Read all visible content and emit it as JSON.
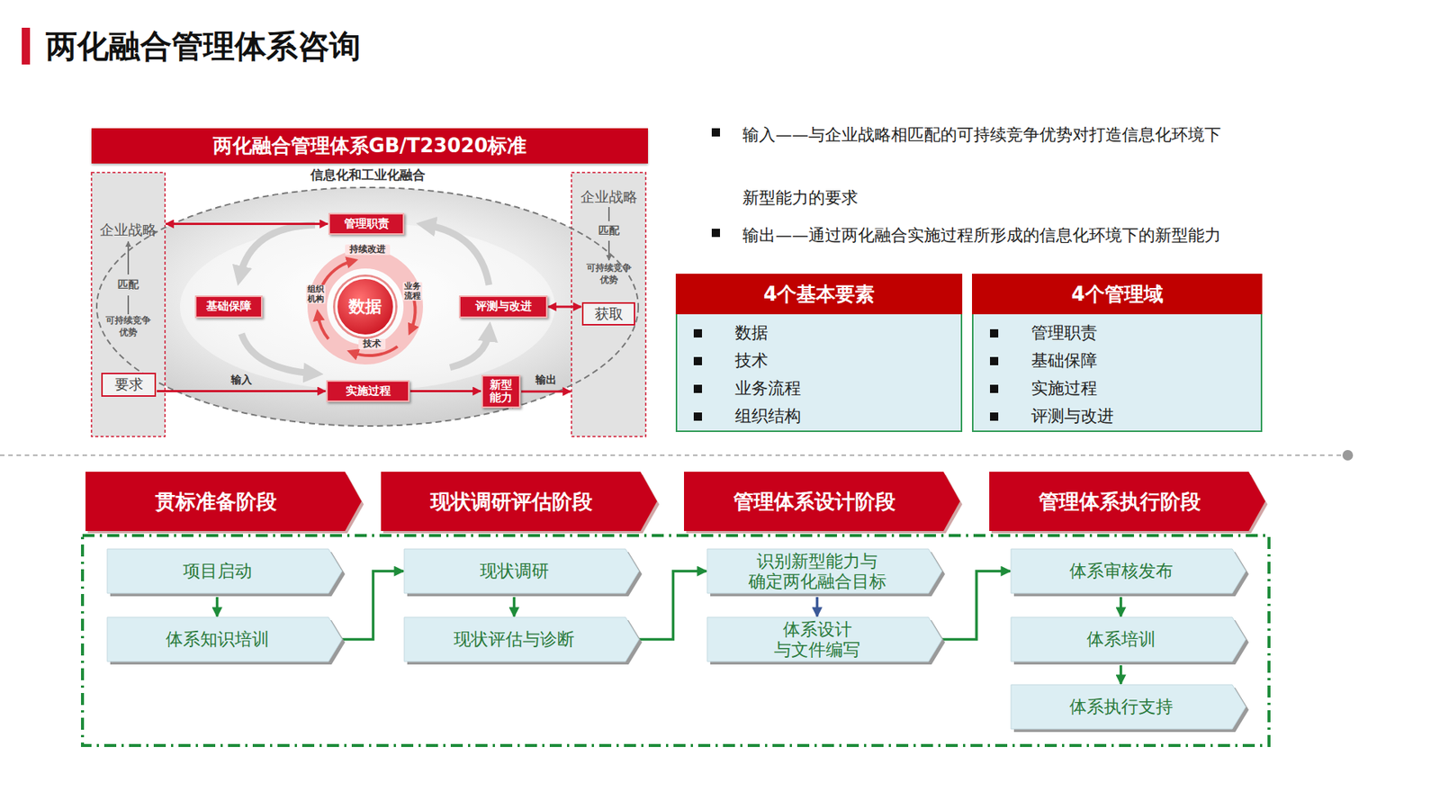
{
  "diagram": {
    "title": "两化融合管理体系咨询",
    "nodes": [
      {
        "text": [
          "两化融合管理体系GB/T23020标准"
        ]
      },
      {
        "text": [
          "企业战略",
          "匹配",
          "可持续竞争优势"
        ]
      },
      {
        "text": [
          "要求"
        ],
        "in": 1
      },
      {
        "text": [
          "管理职责"
        ]
      },
      {
        "text": [
          "基础保障"
        ]
      },
      {
        "text": [
          "数据"
        ]
      },
      {
        "text": [
          "评测与改进"
        ]
      },
      {
        "text": [
          "实施过程"
        ]
      },
      {
        "text": [
          "新型能力"
        ]
      },
      {
        "text": [
          "企业战略",
          "匹配",
          "可持续竞争优势"
        ]
      },
      {
        "text": [
          "获取"
        ],
        "in": 9
      },
      {
        "text": [
          "4个基本要素",
          "数据",
          "技术",
          "业务流程",
          "组织结构"
        ]
      },
      {
        "text": [
          "4个管理域",
          "管理职责",
          "基础保障",
          "实施过程",
          "评测与改进"
        ]
      },
      {
        "text": [
          "贯标准备阶段"
        ]
      },
      {
        "text": [
          "现状调研评估阶段"
        ]
      },
      {
        "text": [
          "管理体系设计阶段"
        ]
      },
      {
        "text": [
          "管理体系执行阶段"
        ]
      },
      {
        "text": [
          "项目启动"
        ]
      },
      {
        "text": [
          "体系知识培训"
        ]
      },
      {
        "text": [
          "现状调研"
        ]
      },
      {
        "text": [
          "现状评估与诊断"
        ]
      },
      {
        "text": [
          "识别新型能力与 确定两化融合目标"
        ]
      },
      {
        "text": [
          "体系设计 与文件编写"
        ]
      },
      {
        "text": [
          "体系审核发布"
        ]
      },
      {
        "text": [
          "体系培训"
        ]
      },
      {
        "text": [
          "体系执行支持"
        ]
      }
    ],
    "edges": [
      {
        "from": 1,
        "to": 3,
        "arrow": "both"
      },
      {
        "from": 2,
        "to": 7,
        "label": "输入",
        "arrow": "to"
      },
      {
        "from": 7,
        "to": 8,
        "arrow": "to"
      },
      {
        "from": 8,
        "to": 9,
        "label": "输出",
        "arrow": "to"
      },
      {
        "from": 10,
        "to": 6,
        "arrow": "both"
      },
      {
        "from": 17,
        "to": 18,
        "arrow": "to"
      },
      {
        "from": 18,
        "to": 19,
        "arrow": "to"
      },
      {
        "from": 19,
        "to": 20,
        "arrow": "to"
      },
      {
        "from": 20,
        "to": 21,
        "arrow": "to"
      },
      {
        "from": 21,
        "to": 22,
        "arrow": "to"
      },
      {
        "from": 22,
        "to": 23,
        "arrow": "to"
      },
      {
        "from": 23,
        "to": 24,
        "arrow": "to"
      },
      {
        "from": 24,
        "to": 25,
        "arrow": "to"
      }
    ],
    "labels": [
      "信息化和工业化融合",
      "持续改进",
      "组织机构",
      "业务流程",
      "技术",
      "输入——与企业战略相匹配的可持续竞争优势对打造信息化环境下",
      "新型能力的要求",
      "输出——通过两化融合实施过程所形成的信息化环境下的新型能力"
    ]
  }
}
